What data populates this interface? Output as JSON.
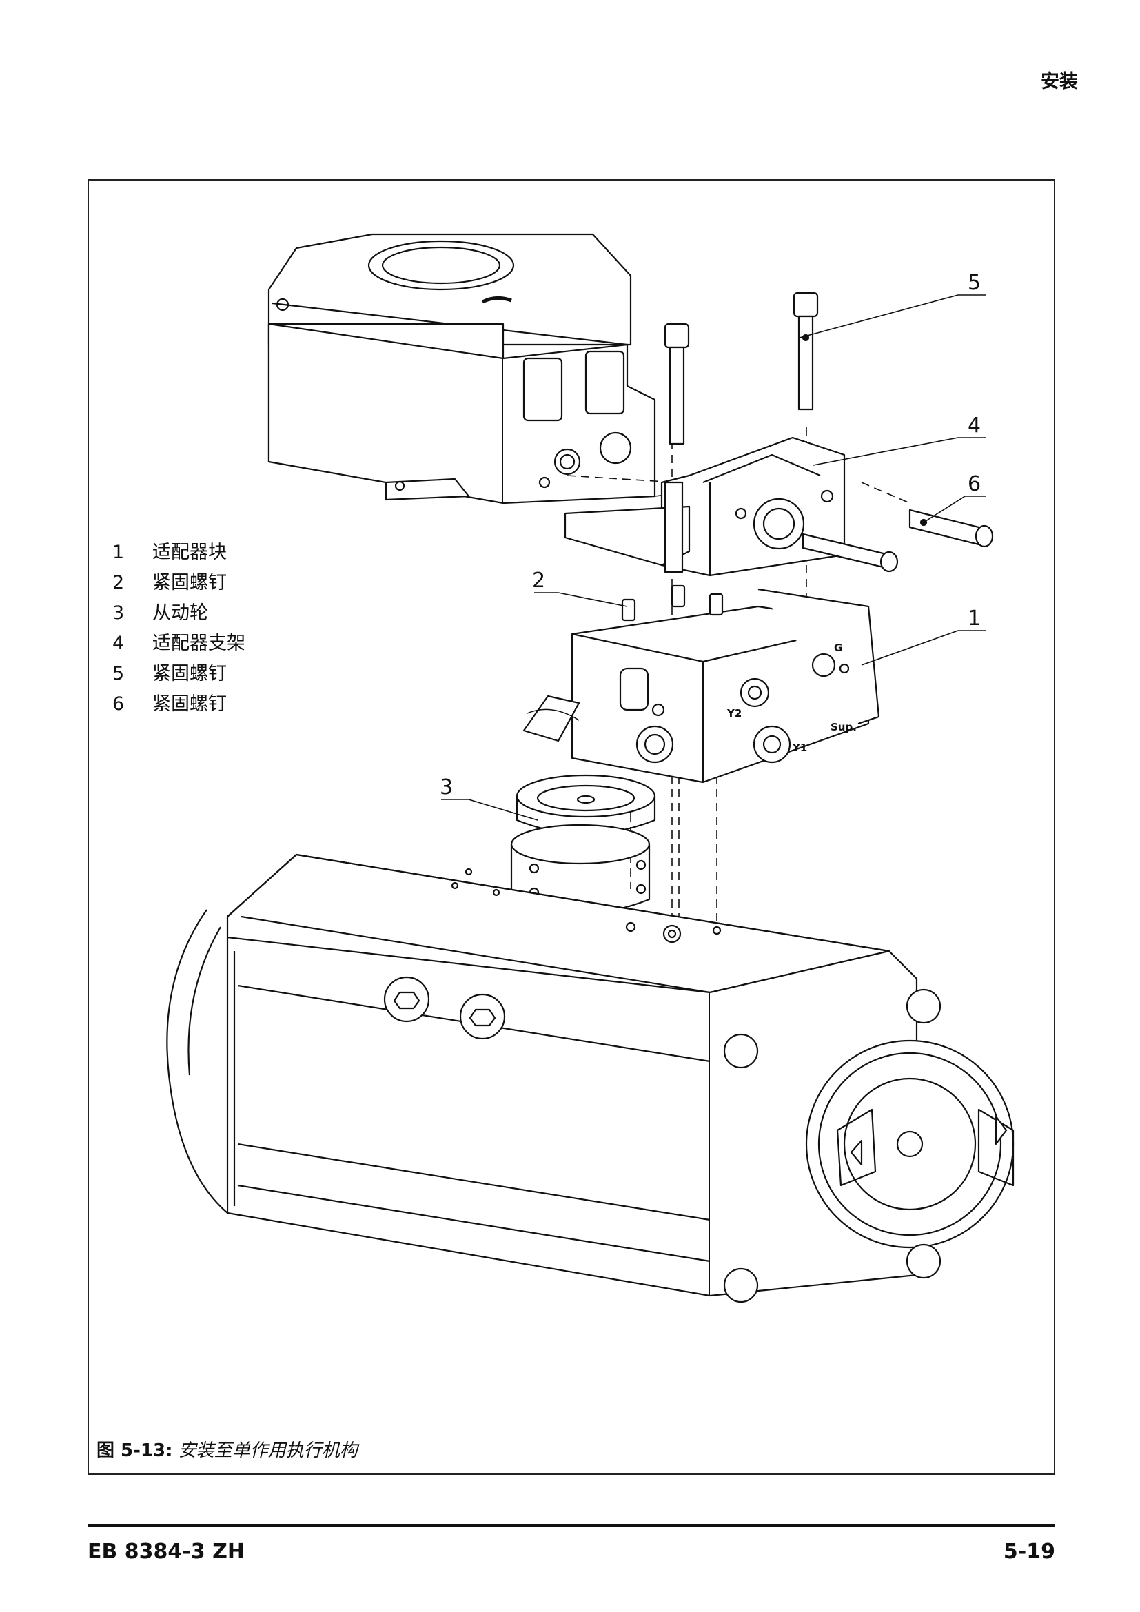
{
  "header": {
    "section_title": "安装"
  },
  "legend": [
    {
      "num": "1",
      "label": "适配器块"
    },
    {
      "num": "2",
      "label": "紧固螺钉"
    },
    {
      "num": "3",
      "label": "从动轮"
    },
    {
      "num": "4",
      "label": "适配器支架"
    },
    {
      "num": "5",
      "label": "紧固螺钉"
    },
    {
      "num": "6",
      "label": "紧固螺钉"
    }
  ],
  "callouts": {
    "c1": "1",
    "c2": "2",
    "c3": "3",
    "c4": "4",
    "c5": "5",
    "c6": "6"
  },
  "block_markings": {
    "y2": "Y2",
    "y1": "Y1",
    "sup": "Sup.",
    "g": "G"
  },
  "caption": {
    "label": "图 5-13:",
    "text": "安装至单作用执行机构"
  },
  "footer": {
    "doc_id": "EB 8384-3 ZH",
    "page_number": "5-19"
  }
}
